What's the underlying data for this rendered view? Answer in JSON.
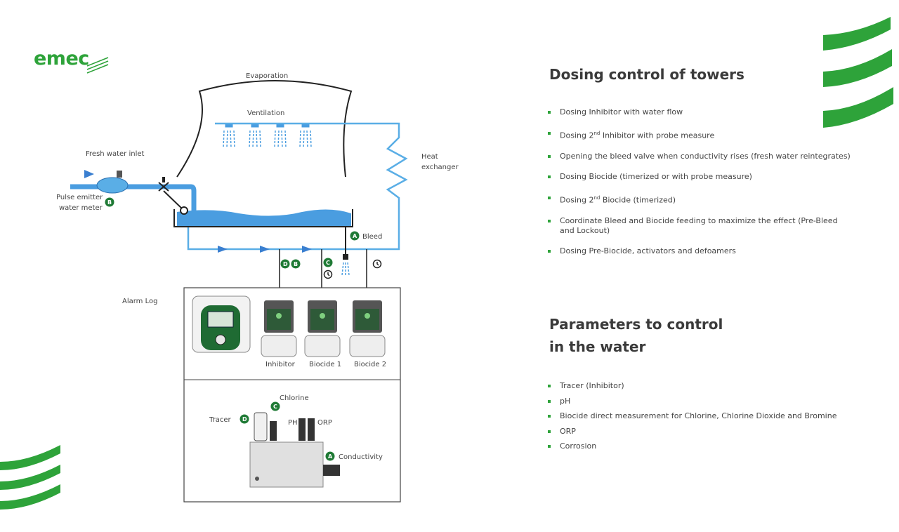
{
  "logo": "emec",
  "diagram": {
    "evaporation": "Evaporation",
    "ventilation": "Ventilation",
    "heat_exchanger_l1": "Heat",
    "heat_exchanger_l2": "exchanger",
    "fresh_water_inlet": "Fresh water inlet",
    "pulse_emitter_l1": "Pulse emitter",
    "pulse_emitter_l2": "water meter",
    "bleed": "Bleed",
    "alarm_log": "Alarm Log",
    "pump_labels": [
      "Inhibitor",
      "Biocide 1",
      "Biocide 2"
    ],
    "chlorine": "Chlorine",
    "tracer": "Tracer",
    "ph": "PH",
    "orp": "ORP",
    "conductivity": "Conductivity",
    "badges": {
      "a": "A",
      "b": "B",
      "c": "C",
      "d": "D"
    }
  },
  "section1": {
    "title": "Dosing control of towers",
    "items": [
      {
        "text": "Dosing Inhibitor with water flow"
      },
      {
        "pre": "Dosing 2",
        "sup": "nd",
        "post": " Inhibitor with probe measure"
      },
      {
        "text": "Opening the bleed valve when conductivity rises (fresh water reintegrates)"
      },
      {
        "text": "Dosing Biocide (timerized or with probe measure)"
      },
      {
        "pre": "Dosing 2",
        "sup": "nd",
        "post": " Biocide (timerized)"
      },
      {
        "line1": "Coordinate Bleed and Biocide feeding to maximize the effect (Pre-Bleed",
        "line2": "and Lockout)"
      },
      {
        "text": "Dosing Pre-Biocide, activators and defoamers"
      }
    ]
  },
  "section2": {
    "title_l1": "Parameters to control",
    "title_l2": "in the water",
    "items": [
      "Tracer (Inhibitor)",
      "pH",
      "Biocide direct measurement for Chlorine, Chlorine Dioxide and Bromine",
      "ORP",
      "Corrosion"
    ]
  },
  "colors": {
    "brand_green": "#2ea33a",
    "water_blue": "#4a9de0",
    "pipe_blue": "#5aaee6",
    "badge_green": "#1f7a35"
  }
}
